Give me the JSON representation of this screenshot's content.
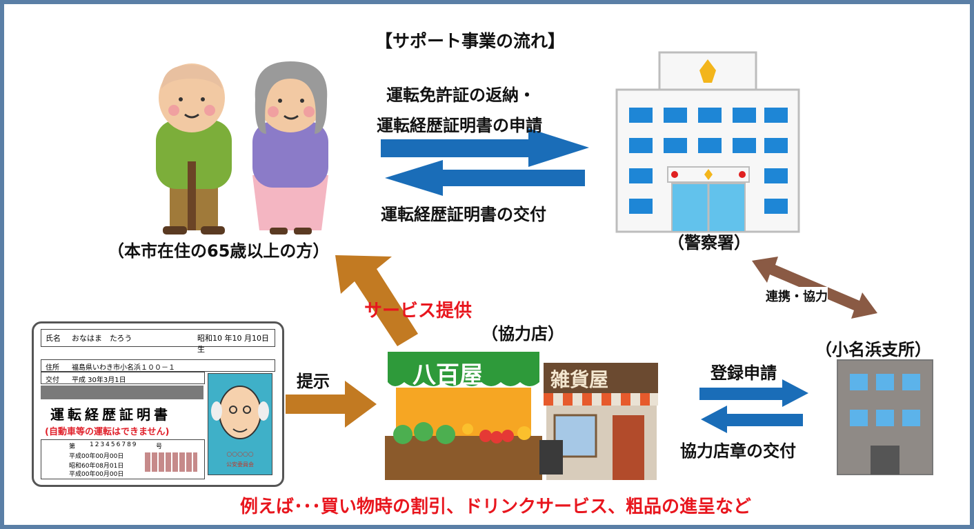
{
  "title": "【サポート事業の流れ】",
  "labels": {
    "elderly": "（本市在住の65歳以上の方）",
    "police": "（警察署）",
    "partner_store": "（協力店）",
    "branch_office": "（小名浜支所）",
    "return_license_1": "運転免許証の返納・",
    "return_license_2": "運転経歴証明書の申請",
    "issue_certificate": "運転経歴証明書の交付",
    "cooperation": "連携・協力",
    "service": "サービス提供",
    "present": "提示",
    "register": "登録申請",
    "issue_sticker": "協力店章の交付",
    "example": "例えば･･･買い物時の割引、ドリンクサービス、粗品の進呈など"
  },
  "license_card": {
    "name_label": "氏名",
    "name": "おなはま　たろう",
    "birth": "昭和10 年10 月10日生",
    "address_label": "住所",
    "address": "福島県いわき市小名浜１００－１",
    "issue_label": "交付",
    "issue_date": "平成 30年3月1日",
    "doc_title": "運転経歴証明書",
    "doc_note": "(自動車等の運転はできません)",
    "number_prefix": "第",
    "number": "123456789",
    "number_suffix": "号",
    "date1": "平成00年00月00日",
    "date2": "昭和60年08月01日",
    "date3": "平成00年00月00日",
    "seal": "○○○○○",
    "issuer": "公安委員会"
  },
  "store_signs": {
    "grocery": "八百屋",
    "general": "雑貨屋"
  },
  "colors": {
    "frame": "#5a7fa6",
    "arrow_blue": "#1a6db8",
    "arrow_brown": "#c27a22",
    "arrow_dark_brown": "#8a5a44",
    "red_text": "#e8161e"
  }
}
